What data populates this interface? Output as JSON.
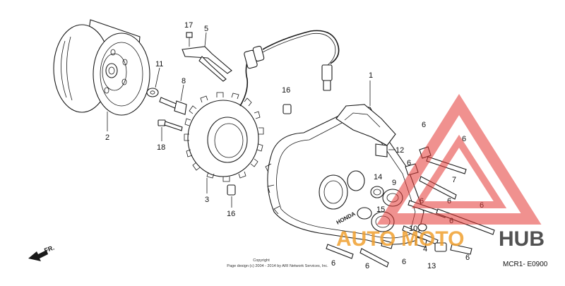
{
  "labels": {
    "l1": "1",
    "l2": "2",
    "l3": "3",
    "l4": "4",
    "l5": "5",
    "l6a": "6",
    "l6b": "6",
    "l6c": "6",
    "l6d": "6",
    "l6e": "6",
    "l6f": "6",
    "l6g": "6",
    "l6h": "6",
    "l6i": "6",
    "l6j": "6",
    "l6k": "6",
    "l7": "7",
    "l8": "8",
    "l9": "9",
    "l10": "10",
    "l11": "11",
    "l12": "12",
    "l13": "13",
    "l14": "14",
    "l15": "15",
    "l16a": "16",
    "l16b": "16",
    "l17": "17",
    "l18": "18"
  },
  "direction_marker": "FR.",
  "cover_brand": "HONDA",
  "copyright_line1": "Copyright",
  "copyright_line2": "Page design (c) 2004 - 2014 by ARI Network Services, Inc.",
  "diagram_code": "MCR1- E0900",
  "watermark": {
    "text_auto": "AUTO",
    "text_moto": "MOTO",
    "text_hub": "HUB",
    "color_red": "#e53935",
    "color_orange": "#f0a030",
    "color_dark": "#333333"
  }
}
